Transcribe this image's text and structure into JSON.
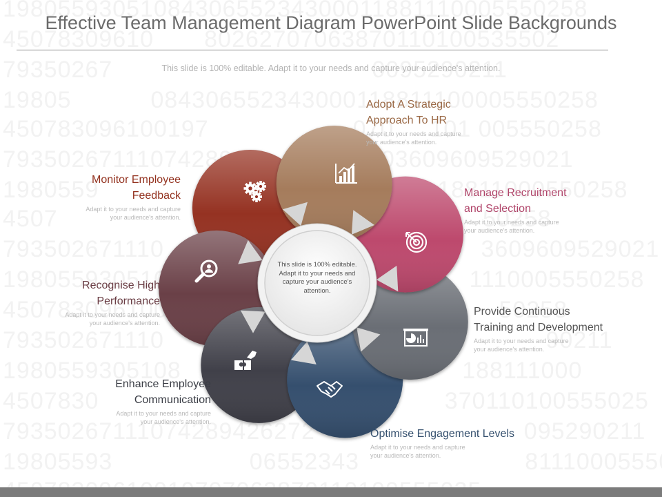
{
  "title": "Effective Team Management Diagram PowerPoint Slide Backgrounds",
  "subtitle": "This slide is 100% editable. Adapt it to your needs and capture your audience's attention.",
  "center_text": "This slide is 100% editable. Adapt it to your needs and capture your audience's attention.",
  "segments": [
    {
      "heading_lines": [
        "Adopt A Strategic",
        "Approach To HR"
      ],
      "desc_lines": [
        "Adapt it to your needs and capture",
        "your audience's attention."
      ],
      "color": "#a57b5c",
      "heading_color": "#9b6a47",
      "icon": "bar-chart-icon"
    },
    {
      "heading_lines": [
        "Manage Recruitment",
        "and Selection"
      ],
      "desc_lines": [
        "Adapt it to your needs and capture",
        "your audience's attention."
      ],
      "color": "#bd4a6d",
      "heading_color": "#b0456a",
      "icon": "target-icon"
    },
    {
      "heading_lines": [
        "Provide Continuous",
        "Training and Development"
      ],
      "desc_lines": [
        "Adapt it to your needs and capture",
        "your audience's attention."
      ],
      "color": "#6b6e74",
      "heading_color": "#555555",
      "icon": "presentation-board-icon"
    },
    {
      "heading_lines": [
        "Optimise Engagement Levels"
      ],
      "desc_lines": [
        "Adapt it to your needs and capture",
        "your audience's attention."
      ],
      "color": "#34506e",
      "heading_color": "#36516f",
      "icon": "handshake-icon"
    },
    {
      "heading_lines": [
        "Enhance Employee",
        "Communication"
      ],
      "desc_lines": [
        "Adapt it to your needs and capture",
        "your audience's attention."
      ],
      "color": "#3f414a",
      "heading_color": "#3a3d45",
      "icon": "puzzle-hand-icon"
    },
    {
      "heading_lines": [
        "Recognise High",
        "Performance"
      ],
      "desc_lines": [
        "Adapt it to your needs and capture",
        "your audience's attention."
      ],
      "color": "#6a4047",
      "heading_color": "#6a3d44",
      "icon": "magnifier-person-icon"
    },
    {
      "heading_lines": [
        "Monitor Employee",
        "Feedback"
      ],
      "desc_lines": [
        "Adapt it to your needs and capture",
        "your audience's attention."
      ],
      "color": "#953124",
      "heading_color": "#93321f",
      "icon": "gears-icon"
    }
  ]
}
